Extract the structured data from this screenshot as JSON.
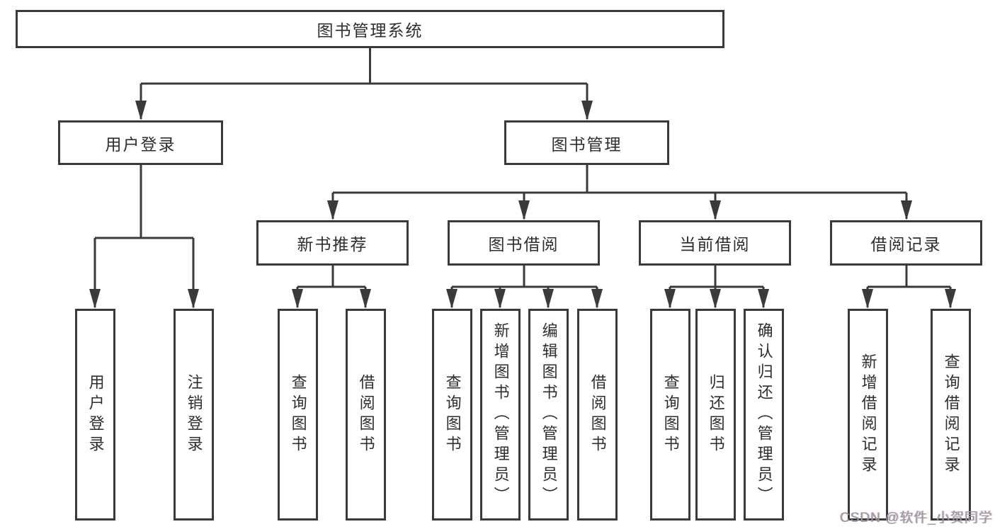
{
  "tree": {
    "root": {
      "label": "图书管理系统"
    },
    "branches": [
      {
        "label": "用户登录",
        "children": [
          {
            "label": "用户登录"
          },
          {
            "label": "注销登录"
          }
        ]
      },
      {
        "label": "图书管理",
        "children": [
          {
            "label": "新书推荐",
            "children": [
              {
                "label": "查询图书"
              },
              {
                "label": "借阅图书"
              }
            ]
          },
          {
            "label": "图书借阅",
            "children": [
              {
                "label": "查询图书"
              },
              {
                "label": "新增图书（管理员）"
              },
              {
                "label": "编辑图书（管理员）"
              },
              {
                "label": "借阅图书"
              }
            ]
          },
          {
            "label": "当前借阅",
            "children": [
              {
                "label": "查询图书"
              },
              {
                "label": "归还图书"
              },
              {
                "label": "确认归还（管理员）"
              }
            ]
          },
          {
            "label": "借阅记录",
            "children": [
              {
                "label": "新增借阅记录"
              },
              {
                "label": "查询借阅记录"
              }
            ]
          }
        ]
      }
    ]
  },
  "watermark": {
    "text": "CSDN @软件_小贺同学"
  },
  "colors": {
    "line": "#3a3a3a",
    "text": "#2e2e2e",
    "box_fill": "#ffffff",
    "background": "#ffffff",
    "watermark": "#9b9b9b"
  }
}
